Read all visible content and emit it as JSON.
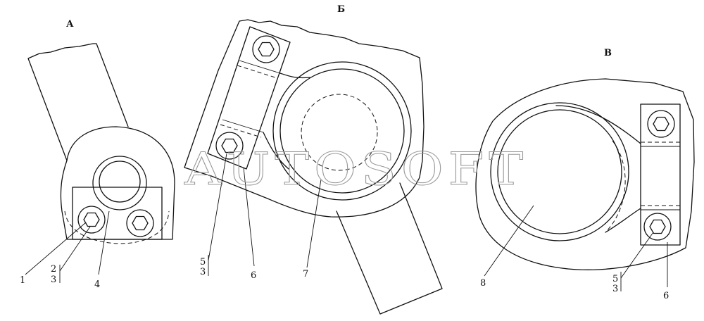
{
  "views": {
    "a": "А",
    "b": "Б",
    "v": "В"
  },
  "labels": {
    "l1": "1",
    "l2": "2",
    "l3": "3",
    "l4": "4",
    "l5b": "5",
    "l3b": "3",
    "l6b": "6",
    "l7": "7",
    "l8": "8",
    "l5c": "5",
    "l3c": "3",
    "l6c": "6"
  },
  "watermark": "AUTOSOFT",
  "colors": {
    "line": "#111111",
    "watermark": "#9a9a9a",
    "background": "#ffffff"
  }
}
